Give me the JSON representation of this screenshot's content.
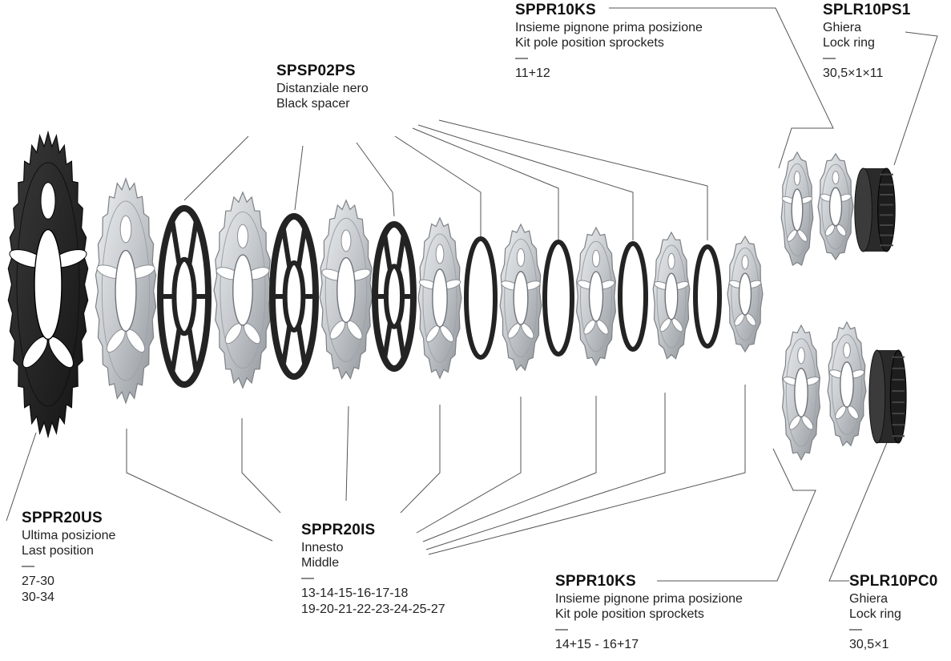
{
  "colors": {
    "silver": "#c9ccd0",
    "silver_edge": "#7d8186",
    "black_part": "#232323",
    "leader_line": "#555555",
    "background": "#ffffff"
  },
  "labels": {
    "spsp02ps": {
      "code": "SPSP02PS",
      "line1": "Distanziale nero",
      "line2": "Black spacer"
    },
    "sppr10ks_top": {
      "code": "SPPR10KS",
      "line1": "Insieme pignone prima posizione",
      "line2": "Kit pole position sprockets",
      "dash": "—",
      "value1": "11+12"
    },
    "splr10ps1": {
      "code": "SPLR10PS1",
      "line1": "Ghiera",
      "line2": "Lock ring",
      "dash": "—",
      "value1": "30,5×1×11"
    },
    "sppr20us": {
      "code": "SPPR20US",
      "line1": "Ultima posizione",
      "line2": "Last position",
      "dash": "—",
      "value1": "27-30",
      "value2": "30-34"
    },
    "sppr20is": {
      "code": "SPPR20IS",
      "line1": "Innesto",
      "line2": "Middle",
      "dash": "—",
      "value1": "13-14-15-16-17-18",
      "value2": "19-20-21-22-23-24-25-27"
    },
    "sppr10ks_bottom": {
      "code": "SPPR10KS",
      "line1": "Insieme pignone prima posizione",
      "line2": "Kit pole position sprockets",
      "dash": "—",
      "value1": "14+15 - 16+17"
    },
    "splr10pc0": {
      "code": "SPLR10PC0",
      "line1": "Ghiera",
      "line2": "Lock ring",
      "dash": "—",
      "value1": "30,5×1"
    }
  }
}
